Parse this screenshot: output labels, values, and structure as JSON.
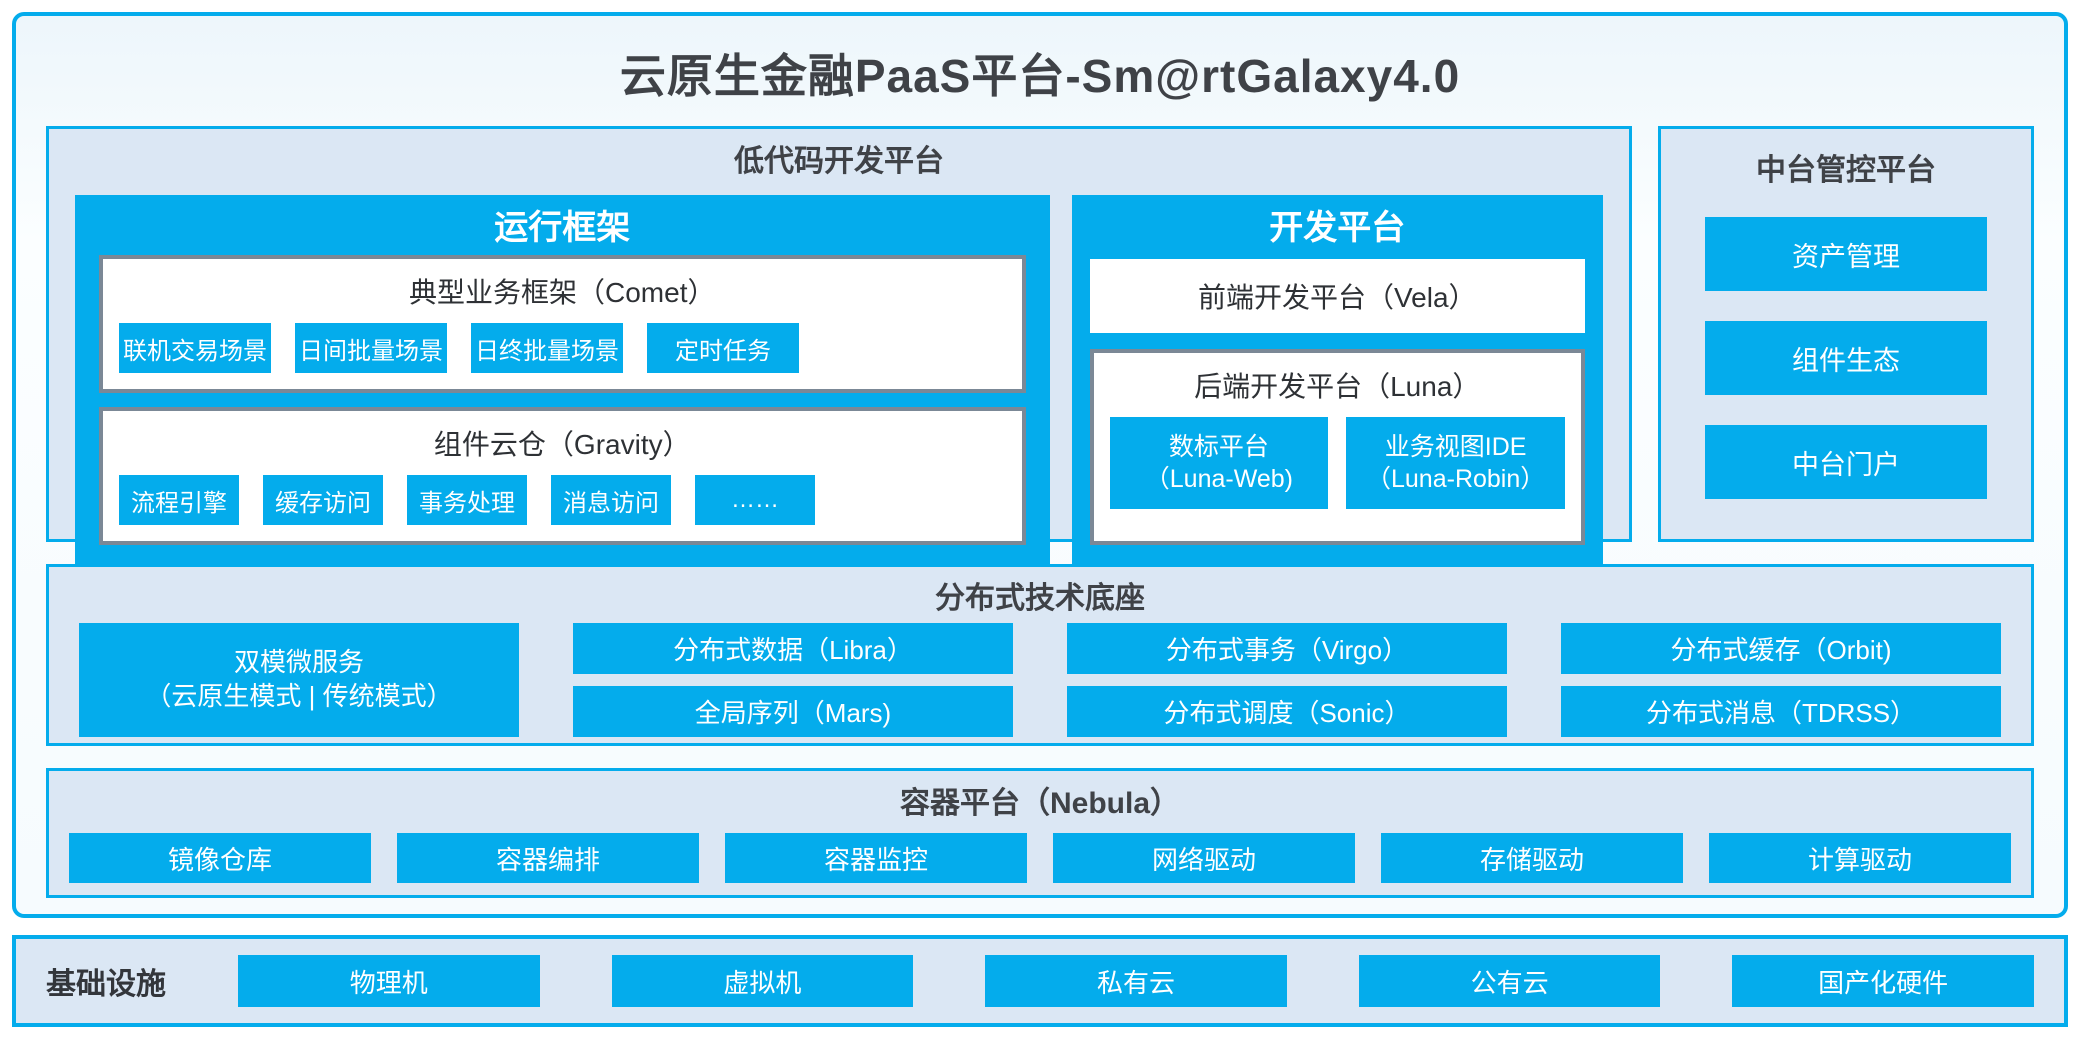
{
  "title": "云原生金融PaaS平台-Sm@rtGalaxy4.0",
  "colors": {
    "accent_blue": "#04ACEC",
    "panel_light_blue": "#DBE7F4",
    "box_border_gray": "#7B8896",
    "dark_text": "#3F4247"
  },
  "lowcode": {
    "title": "低代码开发平台",
    "runtime": {
      "title": "运行框架",
      "comet": {
        "title": "典型业务框架（Comet）",
        "items": [
          "联机交易场景",
          "日间批量场景",
          "日终批量场景",
          "定时任务"
        ]
      },
      "gravity": {
        "title": "组件云仓（Gravity）",
        "items": [
          "流程引擎",
          "缓存访问",
          "事务处理",
          "消息访问",
          "……"
        ]
      }
    },
    "dev": {
      "title": "开发平台",
      "vela": "前端开发平台（Vela）",
      "luna": {
        "title": "后端开发平台（Luna）",
        "items": [
          {
            "line1": "数标平台",
            "line2": "（Luna-Web)"
          },
          {
            "line1": "业务视图IDE",
            "line2": "（Luna-Robin）"
          }
        ]
      }
    }
  },
  "midplatform": {
    "title": "中台管控平台",
    "items": [
      "资产管理",
      "组件生态",
      "中台门户"
    ]
  },
  "distributed": {
    "title": "分布式技术底座",
    "dual_mode": {
      "line1": "双模微服务",
      "line2": "（云原生模式 | 传统模式）"
    },
    "columns": [
      [
        "分布式数据（Libra）",
        "全局序列（Mars)"
      ],
      [
        "分布式事务（Virgo）",
        "分布式调度（Sonic）"
      ],
      [
        "分布式缓存（Orbit)",
        "分布式消息（TDRSS）"
      ]
    ]
  },
  "container": {
    "title": "容器平台（Nebula）",
    "items": [
      "镜像仓库",
      "容器编排",
      "容器监控",
      "网络驱动",
      "存储驱动",
      "计算驱动"
    ]
  },
  "infrastructure": {
    "title": "基础设施",
    "items": [
      "物理机",
      "虚拟机",
      "私有云",
      "公有云",
      "国产化硬件"
    ]
  }
}
